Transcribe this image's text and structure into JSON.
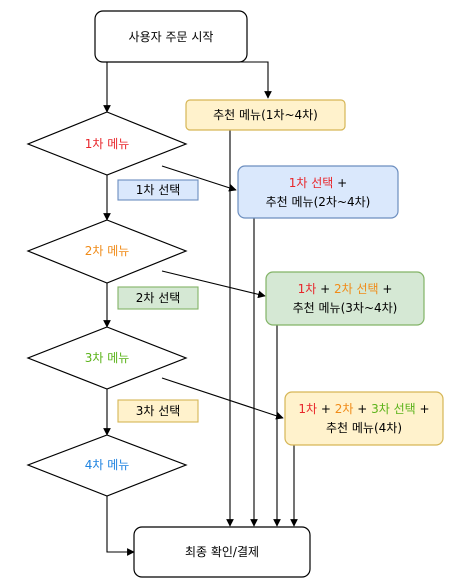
{
  "diagram": {
    "start": "사용자 주문 시작",
    "end": "최종 확인/결제",
    "recommend_all": "추천 메뉴(1차~4차)",
    "decisions": [
      "1차 메뉴",
      "2차 메뉴",
      "3차 메뉴",
      "4차 메뉴"
    ],
    "selections": [
      "1차 선택",
      "2차 선택",
      "3차 선택"
    ],
    "rec1": {
      "line1_a": "1차 선택",
      "line1_b": " +",
      "line2": "추천 메뉴(2차~4차)"
    },
    "rec2": {
      "p1": "1차",
      "p2": " + ",
      "p3": "2차 선택",
      "p4": " +",
      "line2": "추천 메뉴(3차~4차)"
    },
    "rec3": {
      "p1": "1차",
      "p2": " + ",
      "p3": "2차",
      "p4": " + ",
      "p5": "3차 선택",
      "p6": " +",
      "line2": "추천 메뉴(4차)"
    },
    "colors": {
      "first": "#e8262b",
      "second": "#f08b18",
      "third": "#5bb31a",
      "fourth": "#1f83e0",
      "yellow_fill": "#fff2cc",
      "blue_fill": "#dae8fc",
      "green_fill": "#d5e8d4"
    }
  }
}
